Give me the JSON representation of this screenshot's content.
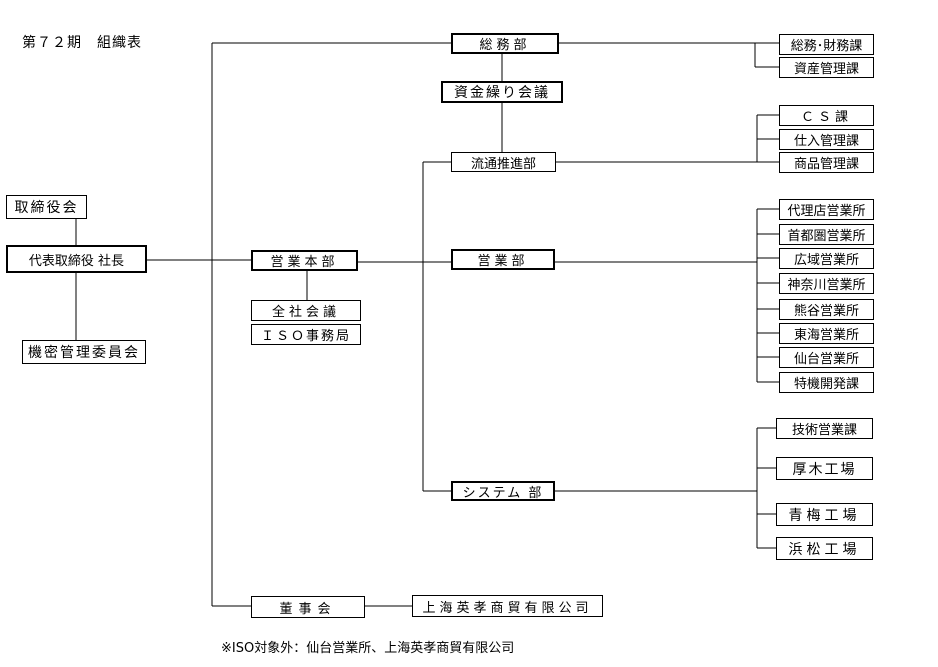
{
  "title": "第７２期　組織表",
  "board": "取締役会",
  "president": "代表取締役 社長",
  "secret_committee": "機密管理委員会",
  "sales_hq": "営業本部",
  "company_meeting": "全社会議",
  "iso_office": "ＩＳＯ事務局",
  "directors": "董事会",
  "shanghai": "上海英孝商貿有限公司",
  "general_affairs": "総務部",
  "funding_meeting": "資金繰り会議",
  "distribution": "流通推進部",
  "sales_dept": "営業部",
  "system_dept": "システム 部",
  "ga_sections": [
    "総務･財務課",
    "資産管理課"
  ],
  "dist_sections": [
    "ＣＳ課",
    "仕入管理課",
    "商品管理課"
  ],
  "sales_offices": [
    "代理店営業所",
    "首都圏営業所",
    "広域営業所",
    "神奈川営業所",
    "熊谷営業所",
    "東海営業所",
    "仙台営業所",
    "特機開発課"
  ],
  "system_sections": [
    "技術営業課",
    "厚木工場",
    "青梅工場",
    "浜松工場"
  ],
  "note": "※ISO対象外：仙台営業所、上海英孝商貿有限公司"
}
